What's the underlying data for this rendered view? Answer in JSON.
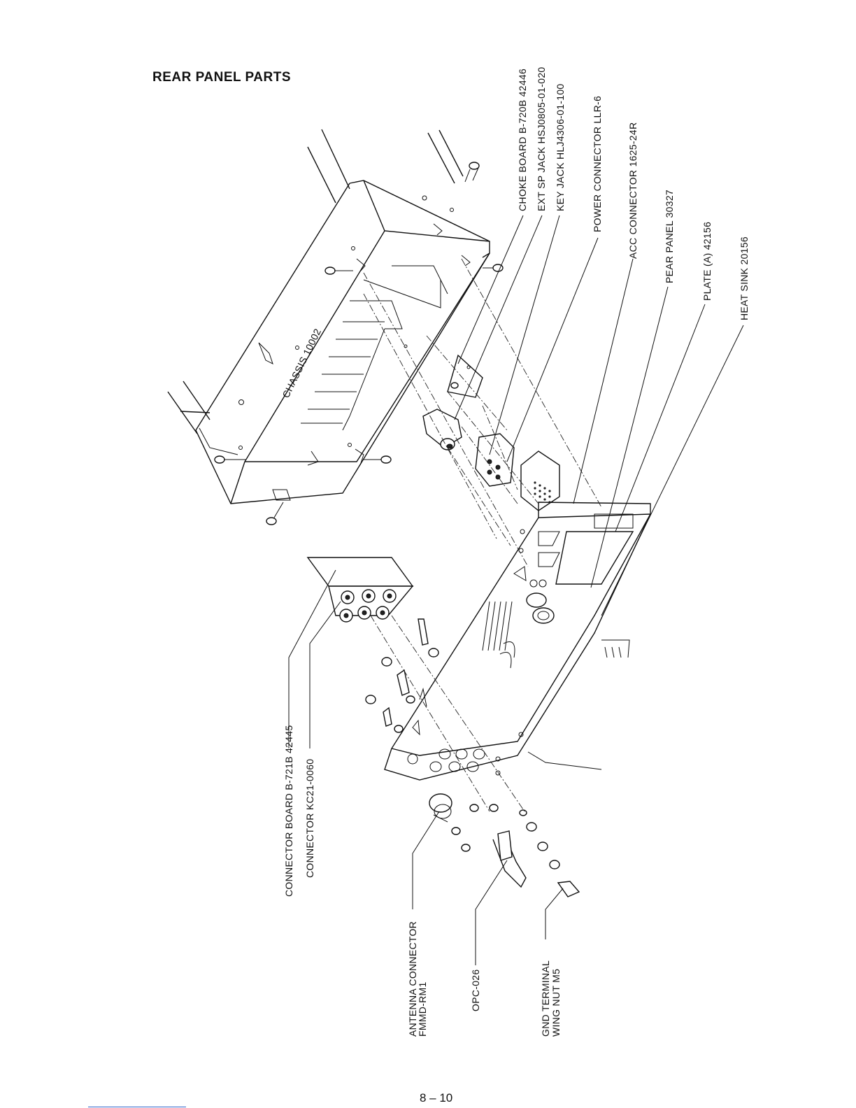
{
  "title": "REAR PANEL PARTS",
  "page_number": "8 – 10",
  "labels": {
    "chassis": "CHASSIS 10002",
    "choke_board": "CHOKE BOARD B-720B 42446",
    "ext_sp_jack": "EXT SP JACK HSJ0805-01-020",
    "key_jack": "KEY JACK HLJ4306-01-100",
    "power_connector": "POWER CONNECTOR LLR-6",
    "acc_connector": "ACC CONNECTOR 1625-24R",
    "rear_panel": "PEAR PANEL 30327",
    "plate_a": "PLATE (A) 42156",
    "heat_sink": "HEAT SINK 20156",
    "connector_board": "CONNECTOR BOARD B-721B 42445",
    "connector": "CONNECTOR KC21-0060",
    "antenna_connector_line1": "ANTENNA CONNECTOR",
    "antenna_connector_line2": "FMMD-RM1",
    "opc": "OPC-026",
    "gnd_terminal_line1": "GND TERMINAL",
    "gnd_terminal_line2": "WING NUT M5"
  }
}
